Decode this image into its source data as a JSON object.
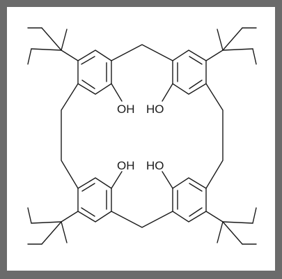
{
  "molecule": {
    "labels": {
      "top_left_oh": "OH",
      "top_right_oh": "HO",
      "bottom_left_oh": "OH",
      "bottom_right_oh": "HO"
    }
  },
  "colors": {
    "frame_border": "#6b6b6b",
    "background": "#ffffff",
    "ink": "#1a1a1a"
  }
}
